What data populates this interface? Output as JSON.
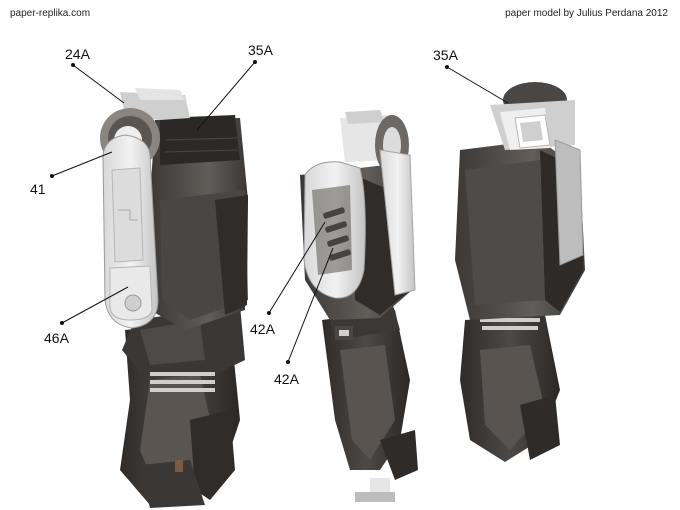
{
  "header": {
    "site": "paper-replika.com",
    "credit": "paper model by Julius Perdana 2012"
  },
  "callouts": [
    {
      "id": "c1",
      "label": "24A"
    },
    {
      "id": "c2",
      "label": "35A"
    },
    {
      "id": "c3",
      "label": "41"
    },
    {
      "id": "c4",
      "label": "46A"
    },
    {
      "id": "c5",
      "label": "42A"
    },
    {
      "id": "c6",
      "label": "42A"
    },
    {
      "id": "c7",
      "label": "35A"
    }
  ],
  "colors": {
    "armor_dark": "#3a3735",
    "armor_mid": "#4d4946",
    "armor_light": "#67625e",
    "plate_white": "#e6e6e6",
    "plate_shadow": "#b9b9b9",
    "leader": "#111111"
  }
}
